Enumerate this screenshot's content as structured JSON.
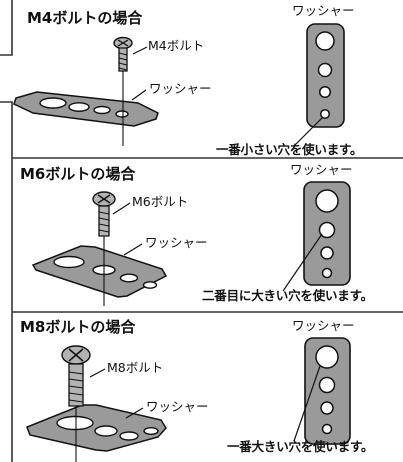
{
  "sections": [
    {
      "title": "M4ボルトの場合",
      "bolt_label": "M4ボルト",
      "washer_label_left": "ワッシャー",
      "washer_label_right": "ワッシャー",
      "caption": "一番小さい穴を使います。",
      "hole_used": "smallest"
    },
    {
      "title": "M6ボルトの場合",
      "bolt_label": "M6ボルト",
      "washer_label_left": "ワッシャー",
      "washer_label_right": "ワッシャー",
      "caption": "二番目に大きい穴を使います。",
      "hole_used": "second-largest"
    },
    {
      "title": "M8ボルトの場合",
      "bolt_label": "M8ボルト",
      "washer_label_left": "ワッシャー",
      "washer_label_right": "ワッシャー",
      "caption": "一番大きい穴を使います。",
      "hole_used": "largest"
    }
  ],
  "colors": {
    "washer_fill": "#9a9a9a",
    "bolt_fill": "#b3b3b3",
    "divider": "#333333",
    "line": "#111111"
  }
}
